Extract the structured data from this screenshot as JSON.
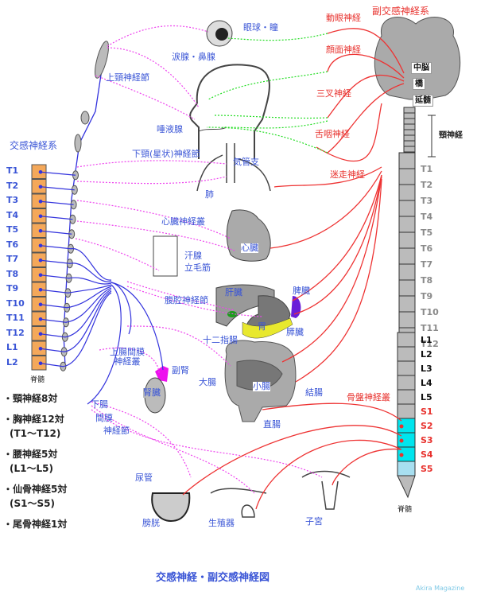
{
  "title": "交感神経・副交感神経図",
  "credit": "Akira Magazine",
  "systems": {
    "sympathetic": "交感神経系",
    "parasympathetic": "副交感神経系"
  },
  "colors": {
    "sympathetic_pre": "#3333dd",
    "sympathetic_post": "#ee44ee",
    "parasympathetic_pre": "#ee3333",
    "parasympathetic_post": "#22dd22",
    "vertebra_sympathetic": "#f4a85a",
    "vertebra_sacral": "#00e5ee",
    "vertebra_coccyx": "#a8dff0",
    "organ_grey": "#a9a9a9"
  },
  "sympathetic_chain": {
    "segments": [
      "T1",
      "T2",
      "T3",
      "T4",
      "T5",
      "T6",
      "T7",
      "T8",
      "T9",
      "T10",
      "T11",
      "T12",
      "L1",
      "L2"
    ],
    "spinal_cord_label": "脊髄"
  },
  "parasympathetic_spine": {
    "brain_parts": [
      "中脳",
      "橋",
      "延髄"
    ],
    "cervical_label": "頸神経",
    "thoracic": [
      "T1",
      "T2",
      "T3",
      "T4",
      "T5",
      "T6",
      "T7",
      "T8",
      "T9",
      "T10",
      "T11",
      "T12"
    ],
    "lumbar": [
      "L1",
      "L2",
      "L3",
      "L4",
      "L5"
    ],
    "sacral": [
      "S1",
      "S2",
      "S3",
      "S4",
      "S5"
    ],
    "spinal_cord_label": "脊髄"
  },
  "ganglia_labels": {
    "superior_cervical": "上頸神経節",
    "stellate": "下頸(星状)神経節",
    "cardiac_plexus": "心臓神経叢",
    "celiac": "腹腔神経節",
    "superior_mesenteric": "上腸間膜\n神経叢",
    "inferior_mesenteric": [
      "下腸",
      "間膜",
      "神経節"
    ]
  },
  "organ_labels": {
    "eye": "眼球・瞳",
    "lacrimal": "涙腺・鼻腺",
    "salivary": "唾液腺",
    "bronchi": "気管支",
    "lung": "肺",
    "heart": "心臓",
    "sweat": "汗腺",
    "piloerector": "立毛筋",
    "liver": "肝臓",
    "spleen": "脾臓",
    "stomach": "胃",
    "pancreas": "膵臓",
    "duodenum": "十二指腸",
    "adrenal": "副腎",
    "kidney": "腎臓",
    "large_intestine": "大腸",
    "small_intestine": "小腸",
    "colon": "結腸",
    "rectum": "直腸",
    "ureter": "尿管",
    "bladder": "膀胱",
    "genitals": "生殖器",
    "uterus": "子宮"
  },
  "cranial_nerves": {
    "oculomotor": "動眼神経",
    "facial": "顔面神経",
    "trigeminal": "三叉神経",
    "glossopharyngeal": "舌咽神経",
    "vagus": "迷走神経",
    "pelvic_plexus": "骨盤神経叢"
  },
  "notes": [
    "・頸神経8対",
    "・胸神経12対",
    "(T1～T12)",
    "・腰神経5対",
    "(L1～L5)",
    "・仙骨神経5対",
    "(S1～S5)",
    "・尾骨神経1対"
  ]
}
